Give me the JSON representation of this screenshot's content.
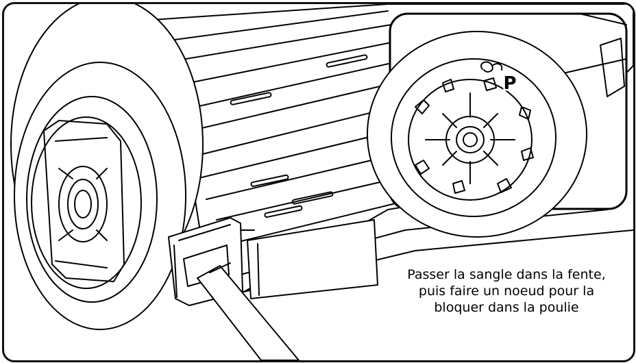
{
  "callout": {
    "label": "P"
  },
  "caption": {
    "lines": [
      "Passer la sangle dans la fente,",
      "puis faire un noeud pour la",
      "bloquer dans la poulie"
    ]
  },
  "colors": {
    "line": "#000000",
    "fill": "#ffffff",
    "frame": "#111111"
  }
}
